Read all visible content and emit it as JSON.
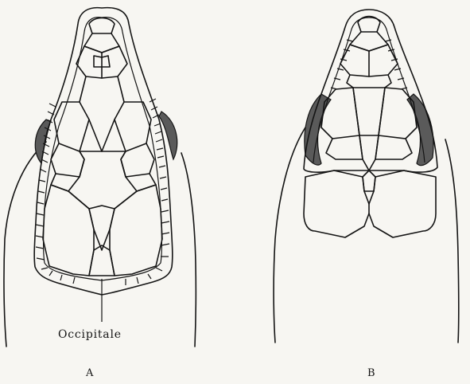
{
  "labels": {
    "occipitale": "Occipitale",
    "panel_a": "A",
    "panel_b": "B"
  },
  "colors": {
    "ink": "#141414",
    "paper": "#f7f6f2",
    "shade": "#5a5a5a"
  }
}
